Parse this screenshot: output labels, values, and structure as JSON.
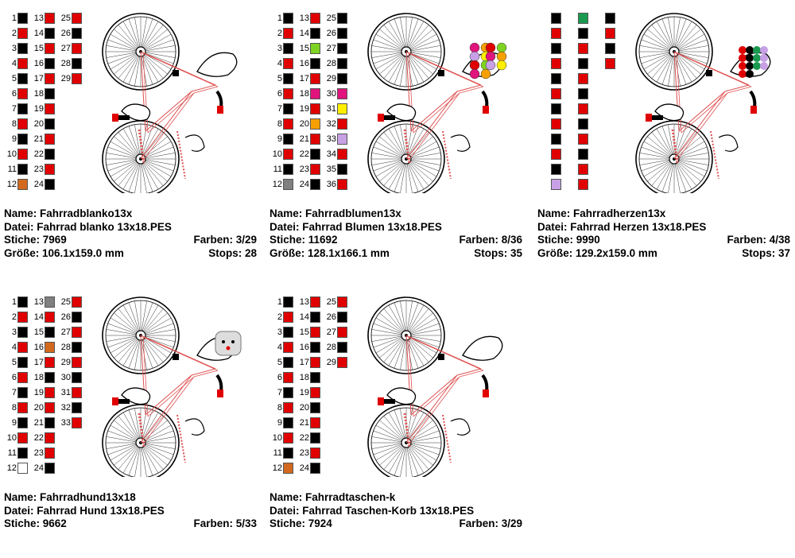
{
  "cards": [
    {
      "name": "Name: Fahrradblanko13x",
      "file": "Datei: Fahrrad blanko 13x18.PES",
      "stitches": "Stiche: 7969",
      "colors": "Farben: 3/29",
      "size": "Größe: 106.1x159.0 mm",
      "stops": "Stops: 28",
      "preview_ornament": "none",
      "swatches": [
        {
          "n": "1",
          "c": "#000000"
        },
        {
          "n": "2",
          "c": "#e00000"
        },
        {
          "n": "3",
          "c": "#000000"
        },
        {
          "n": "4",
          "c": "#e00000"
        },
        {
          "n": "5",
          "c": "#000000"
        },
        {
          "n": "6",
          "c": "#e00000"
        },
        {
          "n": "7",
          "c": "#000000"
        },
        {
          "n": "8",
          "c": "#e00000"
        },
        {
          "n": "9",
          "c": "#000000"
        },
        {
          "n": "10",
          "c": "#e00000"
        },
        {
          "n": "11",
          "c": "#000000"
        },
        {
          "n": "12",
          "c": "#d2691e"
        },
        {
          "n": "13",
          "c": "#e00000"
        },
        {
          "n": "14",
          "c": "#000000"
        },
        {
          "n": "15",
          "c": "#e00000"
        },
        {
          "n": "16",
          "c": "#000000"
        },
        {
          "n": "17",
          "c": "#e00000"
        },
        {
          "n": "18",
          "c": "#000000"
        },
        {
          "n": "19",
          "c": "#e00000"
        },
        {
          "n": "20",
          "c": "#000000"
        },
        {
          "n": "21",
          "c": "#e00000"
        },
        {
          "n": "22",
          "c": "#000000"
        },
        {
          "n": "23",
          "c": "#e00000"
        },
        {
          "n": "24",
          "c": "#000000"
        },
        {
          "n": "25",
          "c": "#e00000"
        },
        {
          "n": "26",
          "c": "#000000"
        },
        {
          "n": "27",
          "c": "#e00000"
        },
        {
          "n": "28",
          "c": "#000000"
        },
        {
          "n": "29",
          "c": "#e00000"
        }
      ]
    },
    {
      "name": "Name: Fahrradblumen13x",
      "file": "Datei: Fahrrad Blumen 13x18.PES",
      "stitches": "Stiche: 11692",
      "colors": "Farben: 8/36",
      "size": "Größe: 128.1x166.1 mm",
      "stops": "Stops: 35",
      "preview_ornament": "flowers",
      "swatches": [
        {
          "n": "1",
          "c": "#000000"
        },
        {
          "n": "2",
          "c": "#e00000"
        },
        {
          "n": "3",
          "c": "#000000"
        },
        {
          "n": "4",
          "c": "#e00000"
        },
        {
          "n": "5",
          "c": "#000000"
        },
        {
          "n": "6",
          "c": "#e00000"
        },
        {
          "n": "7",
          "c": "#000000"
        },
        {
          "n": "8",
          "c": "#e00000"
        },
        {
          "n": "9",
          "c": "#000000"
        },
        {
          "n": "10",
          "c": "#e00000"
        },
        {
          "n": "11",
          "c": "#000000"
        },
        {
          "n": "12",
          "c": "#808080"
        },
        {
          "n": "13",
          "c": "#e00000"
        },
        {
          "n": "14",
          "c": "#000000"
        },
        {
          "n": "15",
          "c": "#7ed321"
        },
        {
          "n": "16",
          "c": "#000000"
        },
        {
          "n": "17",
          "c": "#e00000"
        },
        {
          "n": "18",
          "c": "#e0147c"
        },
        {
          "n": "19",
          "c": "#e00000"
        },
        {
          "n": "20",
          "c": "#f5a000"
        },
        {
          "n": "21",
          "c": "#e00000"
        },
        {
          "n": "22",
          "c": "#000000"
        },
        {
          "n": "23",
          "c": "#e00000"
        },
        {
          "n": "24",
          "c": "#000000"
        },
        {
          "n": "25",
          "c": "#000000"
        },
        {
          "n": "26",
          "c": "#000000"
        },
        {
          "n": "27",
          "c": "#000000"
        },
        {
          "n": "28",
          "c": "#000000"
        },
        {
          "n": "29",
          "c": "#000000"
        },
        {
          "n": "30",
          "c": "#e0147c"
        },
        {
          "n": "31",
          "c": "#ffee00"
        },
        {
          "n": "32",
          "c": "#e00000"
        },
        {
          "n": "33",
          "c": "#c8a0e6"
        },
        {
          "n": "34",
          "c": "#e00000"
        },
        {
          "n": "35",
          "c": "#000000"
        },
        {
          "n": "36",
          "c": "#e00000"
        }
      ]
    },
    {
      "name": "Name: Fahrradherzen13x",
      "file": "Datei: Fahrrad Herzen 13x18.PES",
      "stitches": "Stiche: 9990",
      "colors": "Farben: 4/38",
      "size": "Größe: 129.2x159.0 mm",
      "stops": "Stops: 37",
      "preview_ornament": "hearts",
      "swatches": [
        {
          "n": "",
          "c": "#000000"
        },
        {
          "n": "",
          "c": "#e00000"
        },
        {
          "n": "",
          "c": "#000000"
        },
        {
          "n": "",
          "c": "#e00000"
        },
        {
          "n": "",
          "c": "#000000"
        },
        {
          "n": "",
          "c": "#e00000"
        },
        {
          "n": "",
          "c": "#000000"
        },
        {
          "n": "",
          "c": "#e00000"
        },
        {
          "n": "",
          "c": "#000000"
        },
        {
          "n": "",
          "c": "#e00000"
        },
        {
          "n": "",
          "c": "#000000"
        },
        {
          "n": "",
          "c": "#c8a0e6"
        },
        {
          "n": "",
          "c": "#1a9a50"
        },
        {
          "n": "",
          "c": "#000000"
        },
        {
          "n": "",
          "c": "#e00000"
        },
        {
          "n": "",
          "c": "#000000"
        },
        {
          "n": "",
          "c": "#e00000"
        },
        {
          "n": "",
          "c": "#000000"
        },
        {
          "n": "",
          "c": "#e00000"
        },
        {
          "n": "",
          "c": "#000000"
        },
        {
          "n": "",
          "c": "#e00000"
        },
        {
          "n": "",
          "c": "#000000"
        },
        {
          "n": "",
          "c": "#e00000"
        },
        {
          "n": "",
          "c": "#e00000"
        },
        {
          "n": "",
          "c": "#000000"
        },
        {
          "n": "",
          "c": "#e00000"
        },
        {
          "n": "",
          "c": "#000000"
        },
        {
          "n": "",
          "c": "#e00000"
        }
      ]
    },
    {
      "name": "Name: Fahrradhund13x18",
      "file": "Datei: Fahrrad Hund 13x18.PES",
      "stitches": "Stiche: 9662",
      "colors": "Farben: 5/33",
      "size": "",
      "stops": "",
      "preview_ornament": "dog",
      "swatches": [
        {
          "n": "1",
          "c": "#000000"
        },
        {
          "n": "2",
          "c": "#e00000"
        },
        {
          "n": "3",
          "c": "#000000"
        },
        {
          "n": "4",
          "c": "#e00000"
        },
        {
          "n": "5",
          "c": "#000000"
        },
        {
          "n": "6",
          "c": "#e00000"
        },
        {
          "n": "7",
          "c": "#000000"
        },
        {
          "n": "8",
          "c": "#e00000"
        },
        {
          "n": "9",
          "c": "#000000"
        },
        {
          "n": "10",
          "c": "#e00000"
        },
        {
          "n": "11",
          "c": "#000000"
        },
        {
          "n": "12",
          "c": "#ffffff"
        },
        {
          "n": "13",
          "c": "#808080"
        },
        {
          "n": "14",
          "c": "#e00000"
        },
        {
          "n": "15",
          "c": "#000000"
        },
        {
          "n": "16",
          "c": "#d2691e"
        },
        {
          "n": "17",
          "c": "#e00000"
        },
        {
          "n": "18",
          "c": "#000000"
        },
        {
          "n": "19",
          "c": "#e00000"
        },
        {
          "n": "20",
          "c": "#e00000"
        },
        {
          "n": "21",
          "c": "#000000"
        },
        {
          "n": "22",
          "c": "#e00000"
        },
        {
          "n": "23",
          "c": "#e00000"
        },
        {
          "n": "24",
          "c": "#000000"
        },
        {
          "n": "25",
          "c": "#e00000"
        },
        {
          "n": "26",
          "c": "#000000"
        },
        {
          "n": "27",
          "c": "#e00000"
        },
        {
          "n": "28",
          "c": "#000000"
        },
        {
          "n": "29",
          "c": "#e00000"
        },
        {
          "n": "30",
          "c": "#000000"
        },
        {
          "n": "31",
          "c": "#e00000"
        },
        {
          "n": "32",
          "c": "#000000"
        },
        {
          "n": "33",
          "c": "#e00000"
        }
      ]
    },
    {
      "name": "Name: Fahrradtaschen-k",
      "file": "Datei: Fahrrad Taschen-Korb 13x18.PES",
      "stitches": "Stiche: 7924",
      "colors": "Farben: 3/29",
      "size": "",
      "stops": "",
      "preview_ornament": "basket",
      "swatches": [
        {
          "n": "1",
          "c": "#000000"
        },
        {
          "n": "2",
          "c": "#e00000"
        },
        {
          "n": "3",
          "c": "#000000"
        },
        {
          "n": "4",
          "c": "#e00000"
        },
        {
          "n": "5",
          "c": "#000000"
        },
        {
          "n": "6",
          "c": "#e00000"
        },
        {
          "n": "7",
          "c": "#000000"
        },
        {
          "n": "8",
          "c": "#e00000"
        },
        {
          "n": "9",
          "c": "#000000"
        },
        {
          "n": "10",
          "c": "#e00000"
        },
        {
          "n": "11",
          "c": "#000000"
        },
        {
          "n": "12",
          "c": "#d2691e"
        },
        {
          "n": "13",
          "c": "#e00000"
        },
        {
          "n": "14",
          "c": "#000000"
        },
        {
          "n": "15",
          "c": "#e00000"
        },
        {
          "n": "16",
          "c": "#000000"
        },
        {
          "n": "17",
          "c": "#e00000"
        },
        {
          "n": "18",
          "c": "#000000"
        },
        {
          "n": "19",
          "c": "#e00000"
        },
        {
          "n": "20",
          "c": "#000000"
        },
        {
          "n": "21",
          "c": "#e00000"
        },
        {
          "n": "22",
          "c": "#000000"
        },
        {
          "n": "23",
          "c": "#e00000"
        },
        {
          "n": "24",
          "c": "#000000"
        },
        {
          "n": "25",
          "c": "#e00000"
        },
        {
          "n": "26",
          "c": "#000000"
        },
        {
          "n": "27",
          "c": "#e00000"
        },
        {
          "n": "28",
          "c": "#000000"
        },
        {
          "n": "29",
          "c": "#e00000"
        }
      ]
    }
  ]
}
